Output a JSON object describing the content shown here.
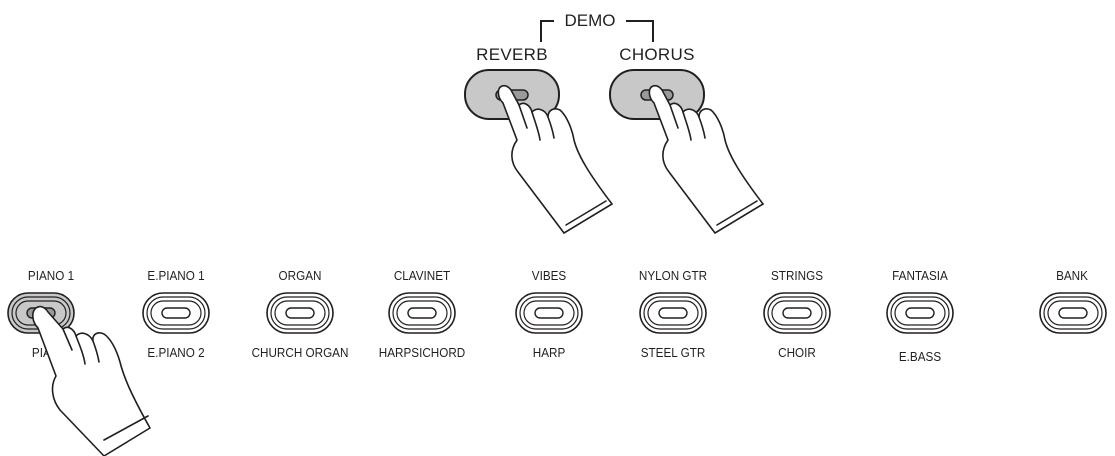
{
  "demo": {
    "label": "DEMO",
    "buttons": [
      {
        "label": "REVERB",
        "pressed": true
      },
      {
        "label": "CHORUS",
        "pressed": true
      }
    ]
  },
  "voices": [
    {
      "top": "PIANO 1",
      "bottom": "PIANO 2",
      "pressed": true
    },
    {
      "top": "E.PIANO 1",
      "bottom": "E.PIANO 2",
      "pressed": false
    },
    {
      "top": "ORGAN",
      "bottom": "CHURCH ORGAN",
      "pressed": false
    },
    {
      "top": "CLAVINET",
      "bottom": "HARPSICHORD",
      "pressed": false
    },
    {
      "top": "VIBES",
      "bottom": "HARP",
      "pressed": false
    },
    {
      "top": "NYLON GTR",
      "bottom": "STEEL GTR",
      "pressed": false
    },
    {
      "top": "STRINGS",
      "bottom": "CHOIR",
      "pressed": false
    },
    {
      "top": "FANTASIA",
      "bottom": "E.BASS",
      "pressed": false
    }
  ],
  "bank": {
    "label": "BANK",
    "pressed": false
  },
  "colors": {
    "line": "#231f20",
    "pressed_fill": "#c8c8c8",
    "slot_fill": "#9a9a9a"
  }
}
